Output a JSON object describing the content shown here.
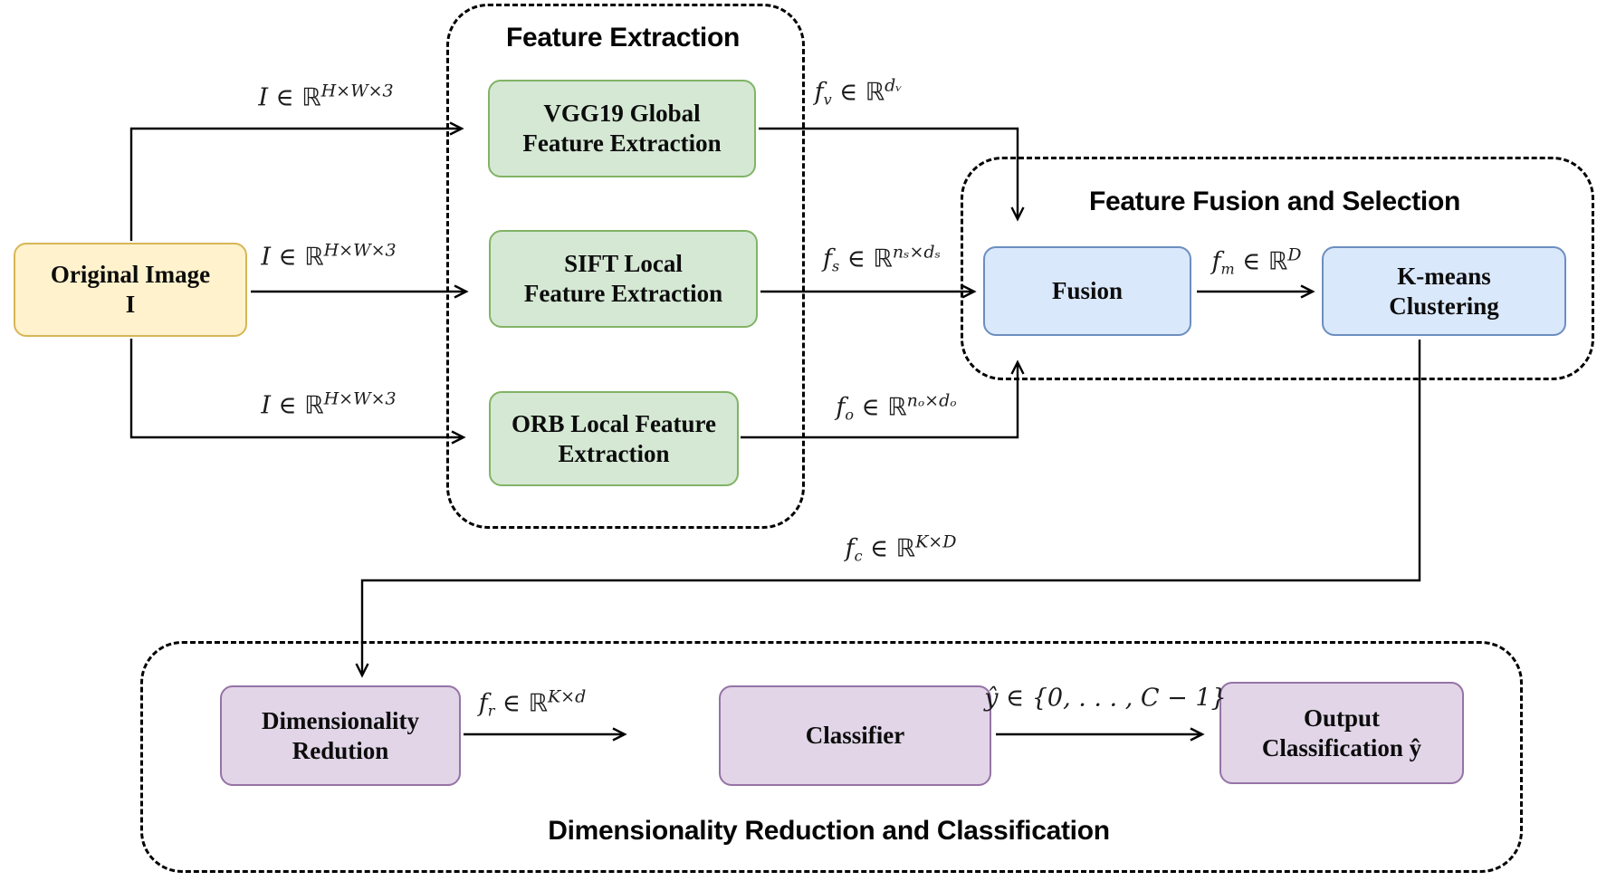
{
  "colors": {
    "yellow_fill": "#FFF2CC",
    "yellow_border": "#D6B656",
    "green_fill": "#D5E8D4",
    "green_border": "#82B366",
    "blue_fill": "#DAE8FC",
    "blue_border": "#6C8EBF",
    "purple_fill": "#E1D5E7",
    "purple_border": "#9673A6",
    "line": "#000000"
  },
  "containers": {
    "feature_extraction": {
      "title": "Feature Extraction"
    },
    "feature_fusion": {
      "title": "Feature Fusion and Selection"
    },
    "dim_reduction": {
      "title": "Dimensionality Reduction and Classification"
    }
  },
  "nodes": {
    "original_image": {
      "line1": "Original Image",
      "line2": "I"
    },
    "vgg19": {
      "line1": "VGG19 Global",
      "line2": "Feature Extraction"
    },
    "sift": {
      "line1": "SIFT Local",
      "line2": "Feature Extraction"
    },
    "orb": {
      "line1": "ORB Local Feature",
      "line2": "Extraction"
    },
    "fusion": {
      "line1": "Fusion",
      "line2": ""
    },
    "kmeans": {
      "line1": "K-means",
      "line2": "Clustering"
    },
    "dimred": {
      "line1": "Dimensionality",
      "line2": "Redution"
    },
    "classifier": {
      "line1": "Classifier",
      "line2": ""
    },
    "output": {
      "line1": "Output",
      "line2": "Classification ŷ"
    }
  },
  "edge_labels": {
    "i": [
      {
        "t": "I ∈ ℝ",
        "s": "n"
      },
      {
        "t": "H×W×3",
        "s": "sup"
      }
    ],
    "fv": [
      {
        "t": "f",
        "s": "n"
      },
      {
        "t": "v",
        "s": "sub"
      },
      {
        "t": " ∈ ℝ",
        "s": "n"
      },
      {
        "t": "dᵥ",
        "s": "sup"
      }
    ],
    "fs": [
      {
        "t": "f",
        "s": "n"
      },
      {
        "t": "s",
        "s": "sub"
      },
      {
        "t": " ∈ ℝ",
        "s": "n"
      },
      {
        "t": "nₛ×dₛ",
        "s": "sup"
      }
    ],
    "fo": [
      {
        "t": "f",
        "s": "n"
      },
      {
        "t": "o",
        "s": "sub"
      },
      {
        "t": " ∈ ℝ",
        "s": "n"
      },
      {
        "t": "nₒ×dₒ",
        "s": "sup"
      }
    ],
    "fm": [
      {
        "t": "f",
        "s": "n"
      },
      {
        "t": "m",
        "s": "sub"
      },
      {
        "t": " ∈ ℝ",
        "s": "n"
      },
      {
        "t": "D",
        "s": "sup"
      }
    ],
    "fc": [
      {
        "t": "f",
        "s": "n"
      },
      {
        "t": "c",
        "s": "sub"
      },
      {
        "t": " ∈ ℝ",
        "s": "n"
      },
      {
        "t": "K×D",
        "s": "sup"
      }
    ],
    "fr": [
      {
        "t": "f",
        "s": "n"
      },
      {
        "t": "r",
        "s": "sub"
      },
      {
        "t": " ∈ ℝ",
        "s": "n"
      },
      {
        "t": "K×d",
        "s": "sup"
      }
    ],
    "yhat": [
      {
        "t": "ŷ ∈ {0, . . . , C − 1}",
        "s": "n"
      }
    ]
  }
}
